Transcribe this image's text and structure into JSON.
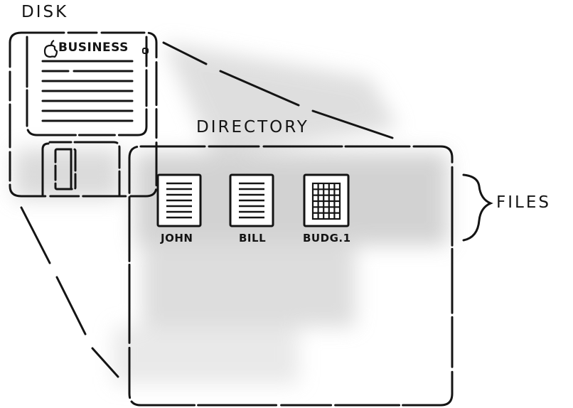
{
  "labels": {
    "disk": "DISK",
    "disk_label": "BUSINESS",
    "directory": "DIRECTORY",
    "files": "FILES"
  },
  "files": [
    {
      "name": "JOHN",
      "icon": "document-icon"
    },
    {
      "name": "BILL",
      "icon": "document-icon"
    },
    {
      "name": "BUDG.1",
      "icon": "spreadsheet-icon"
    }
  ],
  "colors": {
    "ink": "#141414",
    "shade": "#c9c9c9",
    "paper": "#ffffff"
  }
}
